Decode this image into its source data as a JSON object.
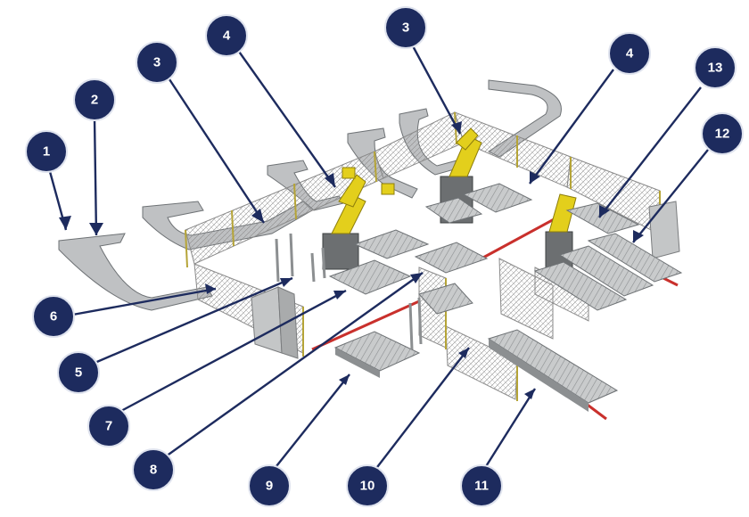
{
  "diagram": {
    "colors": {
      "badge": "#1d2b5e",
      "badge_ring": "#dfe3ee",
      "leader": "#1d2b5e",
      "fence": "#9a9a9a",
      "conveyor": "#b9bcbe",
      "conveyor_edge": "#6e7275",
      "robot": "#e3cf1c",
      "red_rail": "#c9302c",
      "cabinet": "#c4c6c7"
    },
    "callouts": [
      {
        "id": "1",
        "label": "1"
      },
      {
        "id": "2",
        "label": "2"
      },
      {
        "id": "3a",
        "label": "3"
      },
      {
        "id": "4a",
        "label": "4"
      },
      {
        "id": "3b",
        "label": "3"
      },
      {
        "id": "4b",
        "label": "4"
      },
      {
        "id": "13",
        "label": "13"
      },
      {
        "id": "12",
        "label": "12"
      },
      {
        "id": "6",
        "label": "6"
      },
      {
        "id": "5",
        "label": "5"
      },
      {
        "id": "7",
        "label": "7"
      },
      {
        "id": "8",
        "label": "8"
      },
      {
        "id": "9",
        "label": "9"
      },
      {
        "id": "10",
        "label": "10"
      },
      {
        "id": "11",
        "label": "11"
      }
    ]
  }
}
